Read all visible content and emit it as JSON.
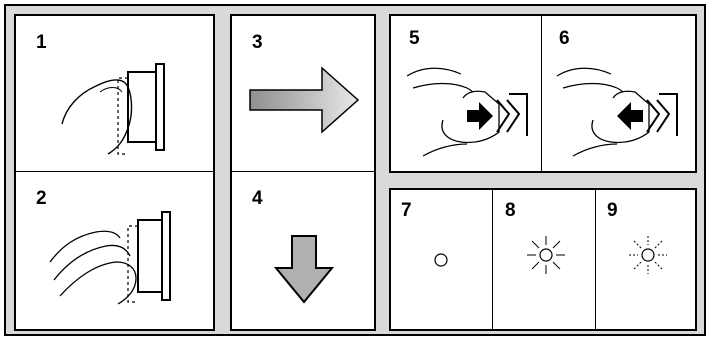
{
  "steps": {
    "s1": "1",
    "s2": "2",
    "s3": "3",
    "s4": "4",
    "s5": "5",
    "s6": "6",
    "s7": "7",
    "s8": "8",
    "s9": "9"
  },
  "colors": {
    "background": "#d9d9d9",
    "panel": "#ffffff",
    "stroke": "#000000",
    "arrow_fill": "#b0b0b0",
    "arrow_grey": "#999999"
  },
  "icons": {
    "press-finger": "finger-pressing-button-icon",
    "press-fingers": "two-fingers-pressing-button-icon",
    "right-arrow": "right-arrow-icon",
    "down-arrow": "down-arrow-icon",
    "push-in": "hand-push-in-icon",
    "pull-out": "hand-pull-out-icon",
    "led-off": "led-off-icon",
    "led-on": "led-on-icon",
    "led-blink": "led-blinking-icon"
  }
}
